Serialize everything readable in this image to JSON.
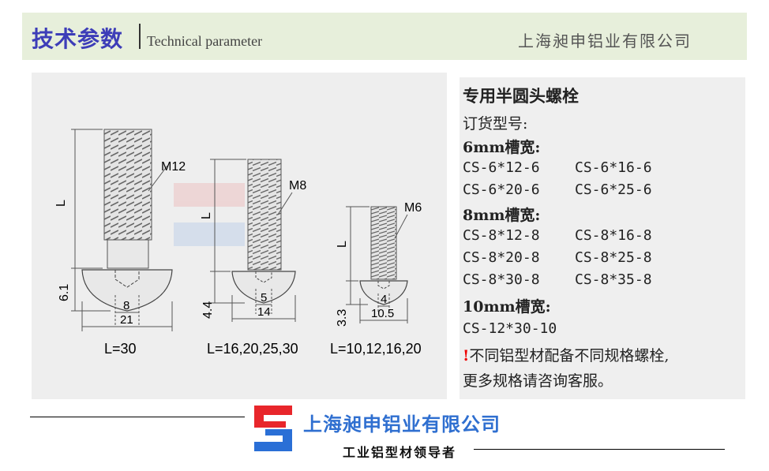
{
  "header": {
    "title_cn": "技术参数",
    "title_en": "Technical parameter",
    "company": "上海昶申铝业有限公司"
  },
  "bolts": [
    {
      "thread": "M12",
      "L_label": "L",
      "head_h": "6.1",
      "hex": "8",
      "head_w": "21",
      "length": "L=30"
    },
    {
      "thread": "M8",
      "L_label": "L",
      "head_h": "4.4",
      "hex": "5",
      "head_w": "14",
      "length": "L=16,20,25,30"
    },
    {
      "thread": "M6",
      "L_label": "L",
      "head_h": "3.3",
      "hex": "4",
      "head_w": "10.5",
      "length": "L=10,12,16,20"
    }
  ],
  "spec": {
    "title": "专用半圆头螺栓",
    "order_label": "订货型号:",
    "groups": [
      {
        "label": "6mm槽宽:",
        "rows": [
          [
            "CS-6*12-6",
            "CS-6*16-6"
          ],
          [
            "CS-6*20-6",
            "CS-6*25-6"
          ]
        ]
      },
      {
        "label": "8mm槽宽:",
        "rows": [
          [
            "CS-8*12-8",
            "CS-8*16-8"
          ],
          [
            "CS-8*20-8",
            "CS-8*25-8"
          ],
          [
            "CS-8*30-8",
            "CS-8*35-8"
          ]
        ]
      },
      {
        "label": "10mm槽宽:",
        "rows": [
          [
            "CS-12*30-10",
            ""
          ]
        ]
      }
    ],
    "warn_mark": "!",
    "note_line1": "不同铝型材配备不同规格螺栓,",
    "note_line2": "更多规格请咨询客服。"
  },
  "footer": {
    "company": "上海昶申铝业有限公司",
    "slogan": "工业铝型材领导者"
  },
  "colors": {
    "header_bg": "#e7efdb",
    "title": "#3d3db8",
    "company_blue": "#2f6fd0",
    "logo_red": "#e8262b",
    "logo_blue": "#2a6fd6"
  }
}
